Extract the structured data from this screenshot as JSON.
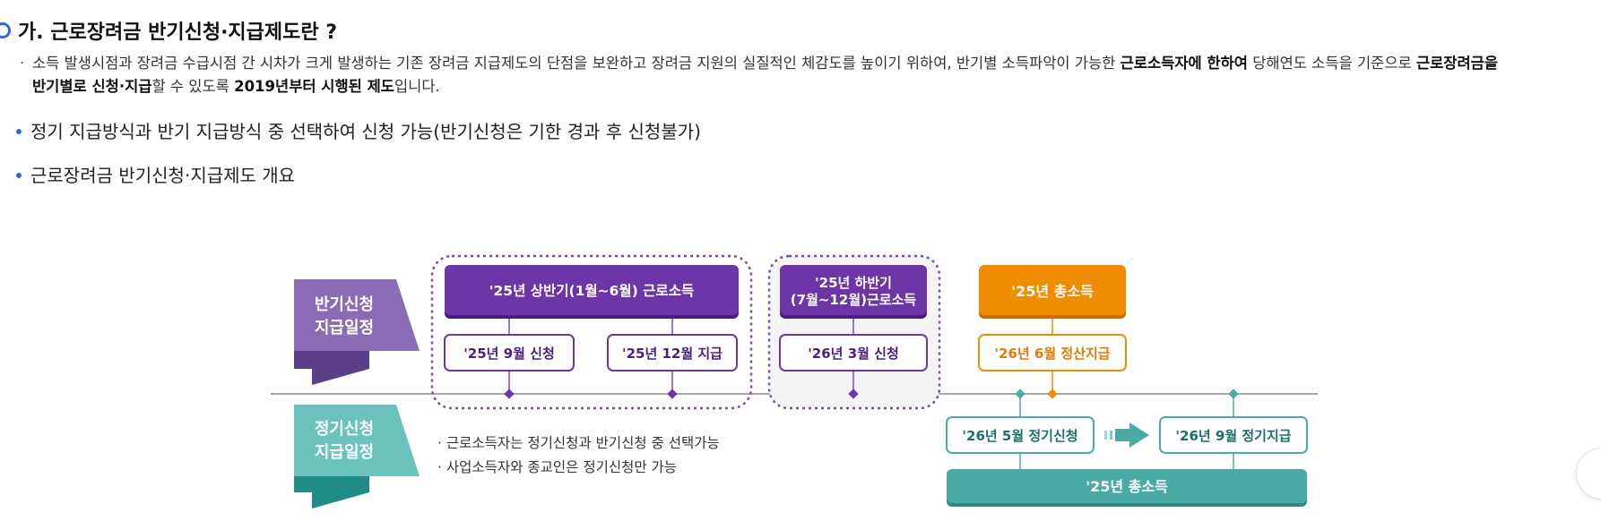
{
  "heading": {
    "title": "가. 근로장려금 반기신청·지급제도란 ?"
  },
  "description": {
    "part1": "소득 발생시점과 장려금 수급시점 간 시차가 크게 발생하는 기존 장려금 지급제도의 단점을 보완하고 장려금 지원의 실질적인 체감도를 높이기 위하여, 반기별 소득파악이 가능한 ",
    "bold1": "근로소득자에 한하여",
    "part2": " 당해연도 소득을 기준으로 ",
    "bold2": "근로장려금을",
    "bold3": "반기별로 신청·지급",
    "part3": "할 수 있도록 ",
    "bold4": "2019년부터 시행된 제도",
    "part4": "입니다."
  },
  "bullets": [
    "정기 지급방식과 반기 지급방식 중 선택하여 신청 가능(반기신청은 기한 경과 후 신청불가)",
    "근로장려금 반기신청·지급제도 개요"
  ],
  "diagram": {
    "half_label_1": "반기신청",
    "half_label_2": "지급일정",
    "regular_label_1": "정기신청",
    "regular_label_2": "지급일정",
    "first_half_income": "'25년 상반기(1월~6월) 근로소득",
    "second_half_income_1": "'25년 하반기",
    "second_half_income_2": "(7월~12월)근로소득",
    "total_income_top": "'25년 총소득",
    "apply_sep": "'25년 9월 신청",
    "pay_dec": "'25년 12월 지급",
    "apply_mar": "'26년 3월 신청",
    "settle_jun": "'26년 6월 정산지급",
    "regular_apply": "'26년 5월 정기신청",
    "regular_pay": "'26년 9월 정기지급",
    "total_income_bottom": "'25년 총소득",
    "note_1": "근로소득자는 정기신청과 반기신청 중 선택가능",
    "note_2": "사업소득자와 종교인은 정기신청만 가능",
    "colors": {
      "purple": "#6d35a8",
      "purple_label": "#8a6cb5",
      "orange": "#f08c00",
      "teal": "#4aaba5",
      "teal_label": "#6cc3bd"
    }
  }
}
